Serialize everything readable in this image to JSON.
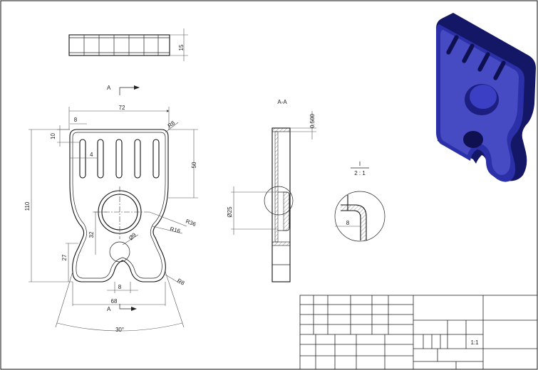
{
  "dims": {
    "width_72": "72",
    "slot_pitch_8": "8",
    "radius_r8_top": "R8",
    "top_offset_10": "10",
    "slot_width_4": "4",
    "slot_length_50": "50",
    "height_110": "110",
    "hole_height_32": "32",
    "hole_dia_9": "Ø9",
    "radius_r36": "R36",
    "radius_r16": "R16",
    "notch_height_27": "27",
    "notch_width_8": "8",
    "radius_r8_bottom": "R8",
    "width_68": "68",
    "angle_30": "30°",
    "thickness_15": "15",
    "wall_0500": "0.500",
    "boss_dia_25": "Ø25",
    "detail_8": "8"
  },
  "labels": {
    "section_arrow_top": "A",
    "section_arrow_bottom": "A",
    "section_title": "A-A",
    "detail_id": "I",
    "detail_scale": "2 : 1",
    "sheet_scale": "1:1"
  },
  "colors": {
    "model_fill": "#2b2fa8",
    "model_dark": "#141766",
    "model_light": "#5d62d8",
    "linework": "#111111"
  }
}
